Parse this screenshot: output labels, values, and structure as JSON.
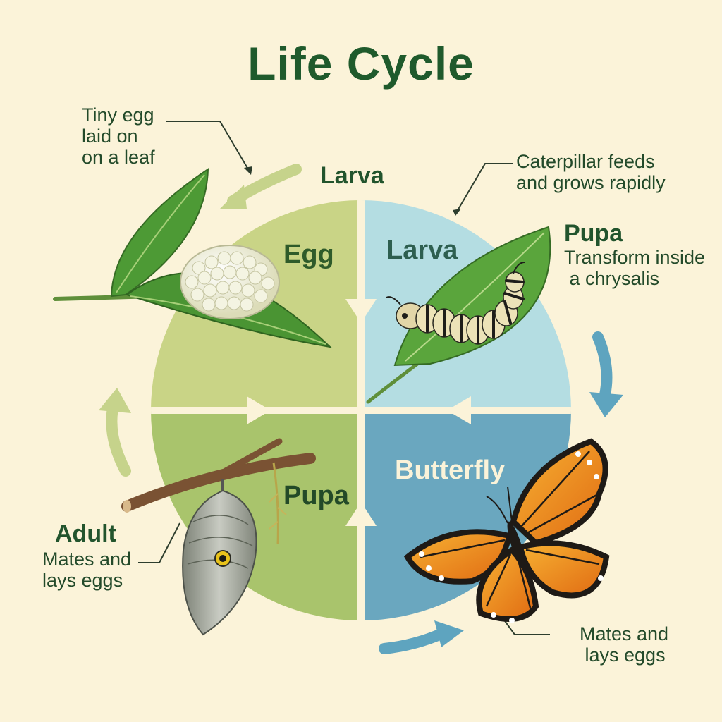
{
  "title": "Life Cycle",
  "quadrants": {
    "egg": "Egg",
    "larva": "Larva",
    "pupa": "Pupa",
    "butterfly": "Butterfly"
  },
  "annotations": {
    "egg_note": "Tiny egg\nlaid on\non a leaf",
    "larva_heading": "Larva",
    "larva_note": "Caterpillar feeds\nand grows rapidly",
    "pupa_heading": "Pupa",
    "pupa_note": "Transform inside\n a chrysalis",
    "adult_heading": "Adult",
    "adult_note": "Mates and\nlays eggs",
    "butterfly_note": "Mates and\n lays eggs"
  },
  "colors": {
    "background": "#fbf3d9",
    "egg_quadrant": "#c9d486",
    "larva_quadrant": "#b4dde2",
    "pupa_quadrant": "#a9c46c",
    "butterfly_quadrant": "#6aa7bf",
    "title_text": "#1f5a2c",
    "arrow_green": "#c6d38b",
    "arrow_blue": "#5ea4bf"
  },
  "icons": [
    "leaf-icon",
    "egg-cluster-icon",
    "caterpillar-icon",
    "chrysalis-icon",
    "branch-icon",
    "butterfly-icon",
    "cycle-arrow-icon"
  ]
}
